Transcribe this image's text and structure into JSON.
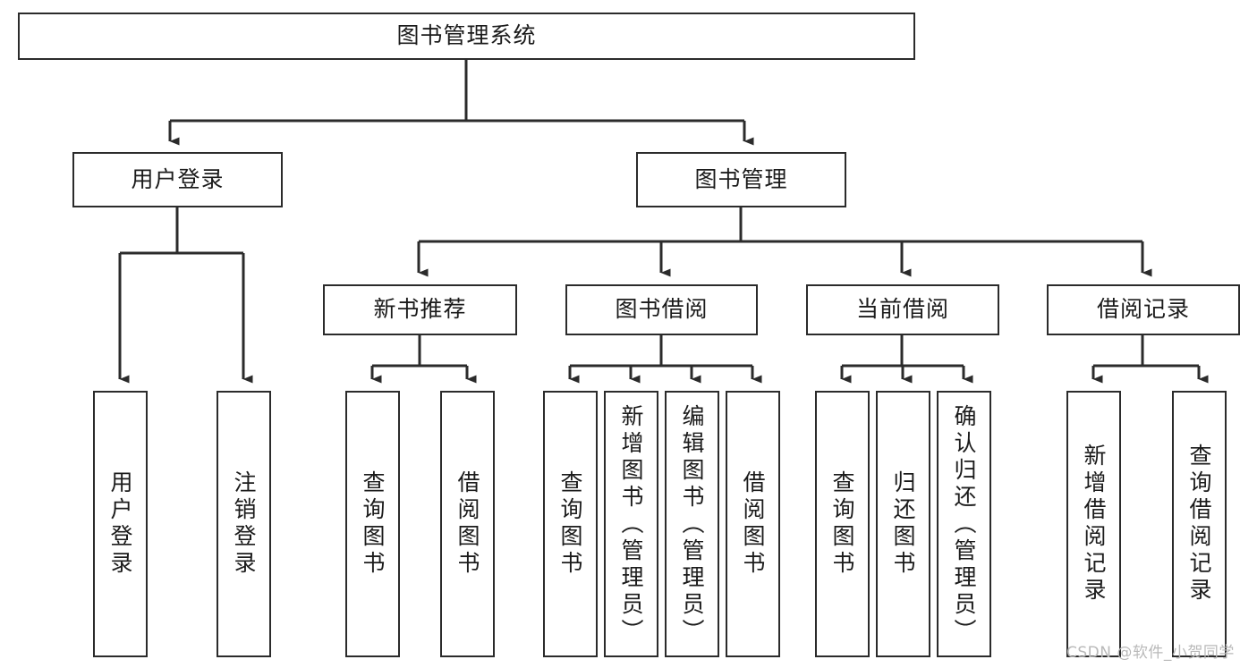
{
  "diagram": {
    "title": "图书管理系统",
    "type": "tree-hierarchy-chart",
    "orientation": "top-down",
    "box_border_color": "#2b2b2b",
    "box_fill_color": "#ffffff",
    "connector_color": "#2b2b2b",
    "watermark": "CSDN @软件_小贺同学"
  },
  "nodes": {
    "root": {
      "label": "图书管理系统"
    },
    "level1": [
      {
        "id": "user-login",
        "label": "用户登录"
      },
      {
        "id": "book-manage",
        "label": "图书管理"
      }
    ],
    "level2": [
      {
        "id": "new-book-recommend",
        "label": "新书推荐"
      },
      {
        "id": "book-borrow",
        "label": "图书借阅"
      },
      {
        "id": "current-borrow",
        "label": "当前借阅"
      },
      {
        "id": "borrow-record",
        "label": "借阅记录"
      }
    ],
    "leaves": {
      "user-login": [
        {
          "id": "leaf-user-login",
          "label": "用户登录"
        },
        {
          "id": "leaf-logout-login",
          "label": "注销登录"
        }
      ],
      "new-book-recommend": [
        {
          "id": "leaf-query-book-1",
          "label": "查询图书"
        },
        {
          "id": "leaf-borrow-book-1",
          "label": "借阅图书"
        }
      ],
      "book-borrow": [
        {
          "id": "leaf-query-book-2",
          "label": "查询图书"
        },
        {
          "id": "leaf-add-book",
          "label": "新增图书（管理员）"
        },
        {
          "id": "leaf-edit-book",
          "label": "编辑图书（管理员）"
        },
        {
          "id": "leaf-borrow-book-2",
          "label": "借阅图书"
        }
      ],
      "current-borrow": [
        {
          "id": "leaf-query-book-3",
          "label": "查询图书"
        },
        {
          "id": "leaf-return-book",
          "label": "归还图书"
        },
        {
          "id": "leaf-confirm-return",
          "label": "确认归还（管理员）"
        }
      ],
      "borrow-record": [
        {
          "id": "leaf-add-record",
          "label": "新增借阅记录"
        },
        {
          "id": "leaf-query-record",
          "label": "查询借阅记录"
        }
      ]
    }
  }
}
